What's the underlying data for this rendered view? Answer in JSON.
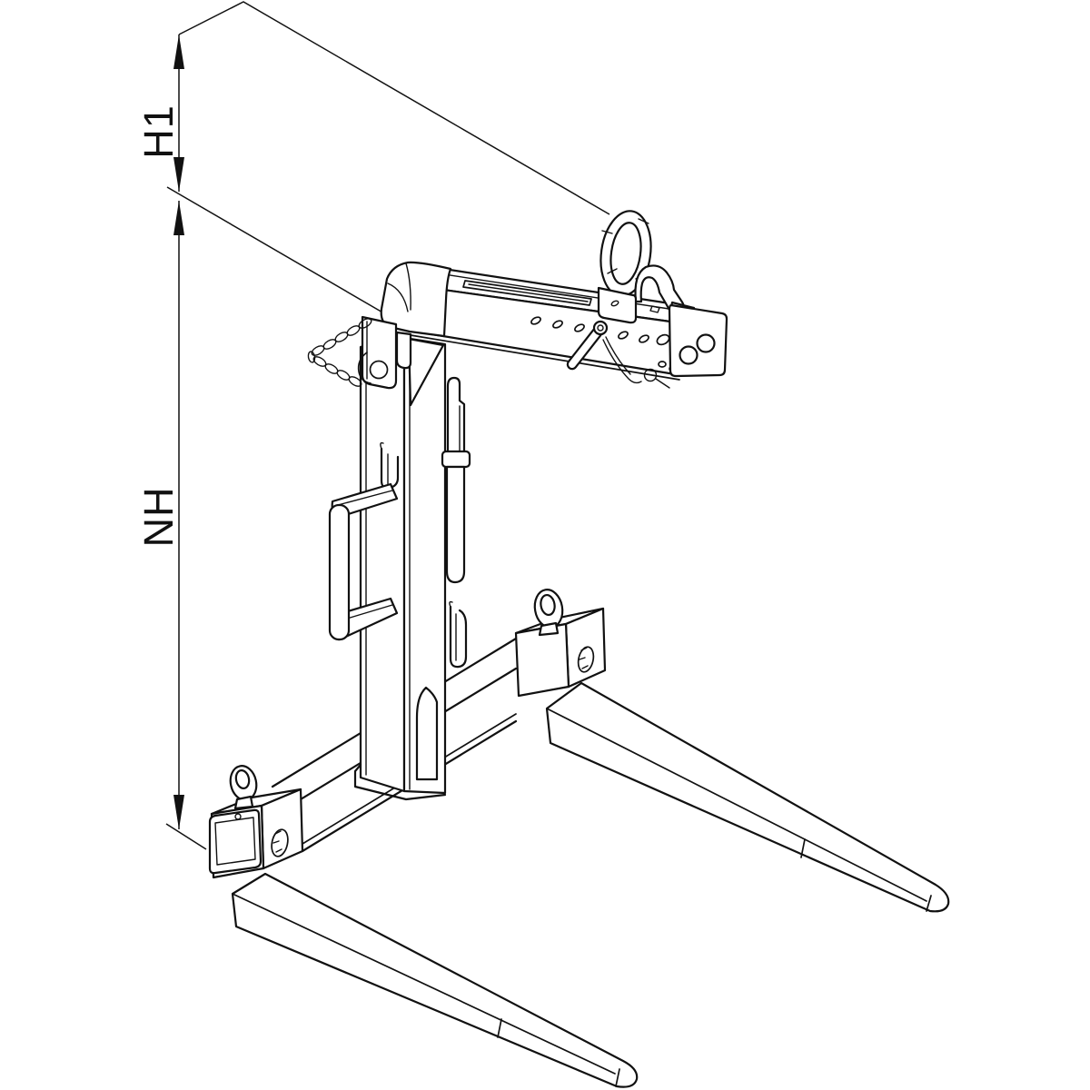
{
  "page": {
    "background_color": "#ffffff",
    "line_color": "#111111"
  },
  "drawing": {
    "kind": "technical-line-drawing",
    "view": "isometric",
    "subject": "Crane fork with lifting ring, adjustable boom, vertical mast with hand grip, bottom cross beam with eye bolts and two tapered fork arms"
  },
  "dimensions": {
    "h1": {
      "label": "H1"
    },
    "nh": {
      "label": "NH"
    }
  }
}
